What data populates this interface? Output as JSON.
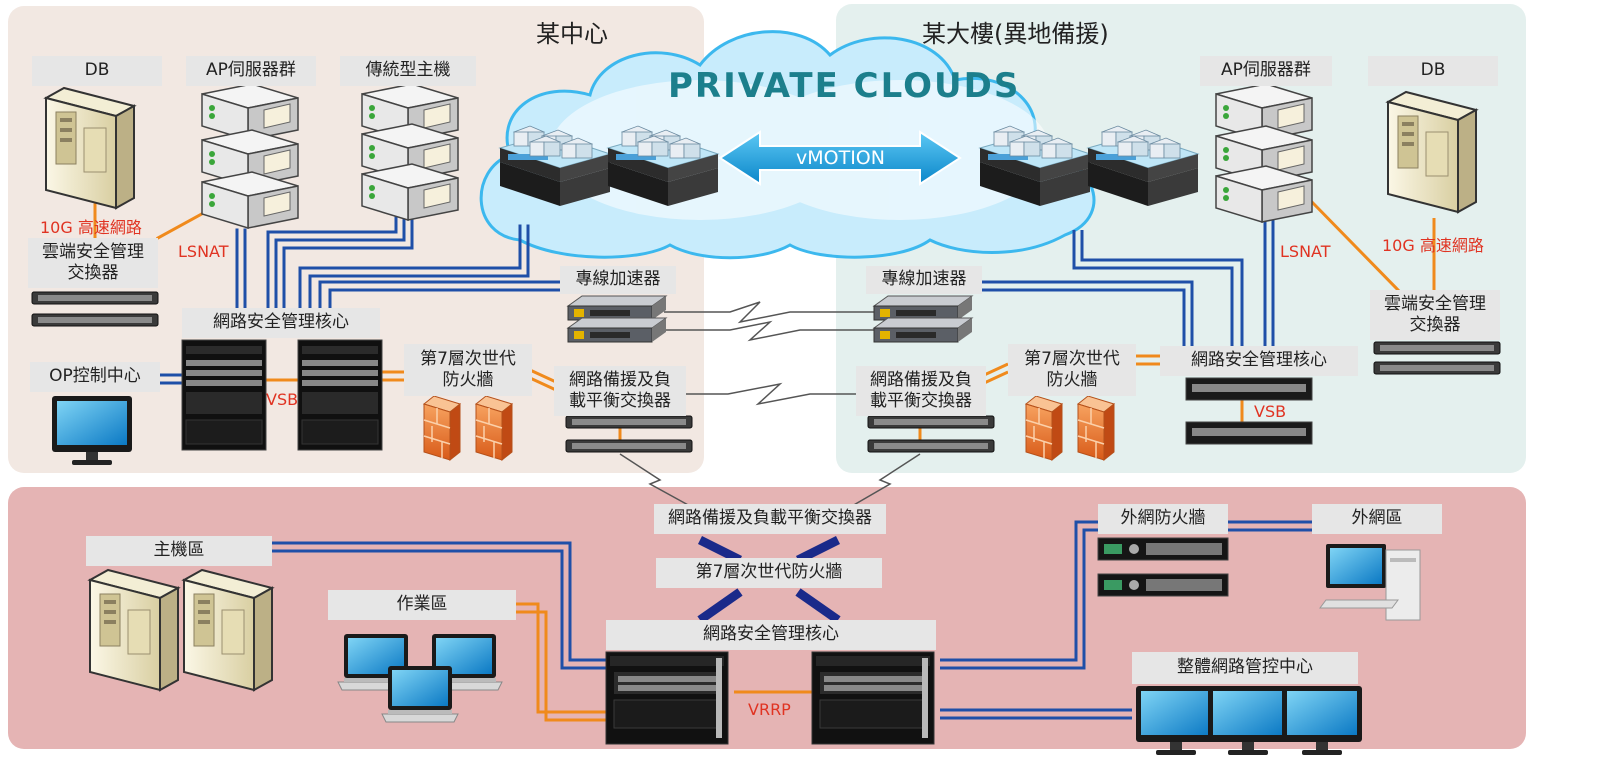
{
  "regions": {
    "center_title": "某中心",
    "building_title": "某大樓(異地備援)"
  },
  "cloud": {
    "title": "PRIVATE CLOUDS",
    "vmotion": "vMOTION"
  },
  "center": {
    "db": "DB",
    "ap": "AP伺服器群",
    "legacy": "傳統型主機",
    "link10g": "10G 高速網路",
    "cloud_switch": "雲端安全管理\n交換器",
    "lsnat": "LSNAT",
    "core": "網路安全管理核心",
    "op": "OP控制中心",
    "vsb": "VSB",
    "fw7": "第7層次世代\n防火牆",
    "accel": "專線加速器",
    "lb": "網路備援及負\n載平衡交換器"
  },
  "building": {
    "ap": "AP伺服器群",
    "db": "DB",
    "accel": "專線加速器",
    "lsnat": "LSNAT",
    "link10g": "10G 高速網路",
    "cloud_switch": "雲端安全管理\n交換器",
    "core": "網路安全管理核心",
    "fw7": "第7層次世代\n防火牆",
    "lb": "網路備援及負\n載平衡交換器",
    "vsb": "VSB"
  },
  "bottom": {
    "lb": "網路備援及負載平衡交換器",
    "fw7": "第7層次世代防火牆",
    "core": "網路安全管理核心",
    "host": "主機區",
    "work": "作業區",
    "ext_fw": "外網防火牆",
    "ext": "外網區",
    "noc": "整體網路管控中心",
    "vrrp": "VRRP"
  },
  "colors": {
    "center_bg": "#f2e8e2",
    "building_bg": "#e4f0ee",
    "bottom_bg": "#e5b4b4",
    "blue_link": "#1f4fa8",
    "orange_link": "#f08a1c",
    "red_text": "#e03322",
    "cloud_title": "#1c7f8c"
  },
  "icons": [
    "server-tower-icon",
    "rack-server-icon",
    "switch-icon",
    "core-chassis-icon",
    "firewall-icon",
    "monitor-icon",
    "laptop-icon",
    "cloud-icon",
    "vmware-host-icon",
    "accelerator-icon",
    "lightning-link-icon",
    "desktop-pc-icon"
  ]
}
